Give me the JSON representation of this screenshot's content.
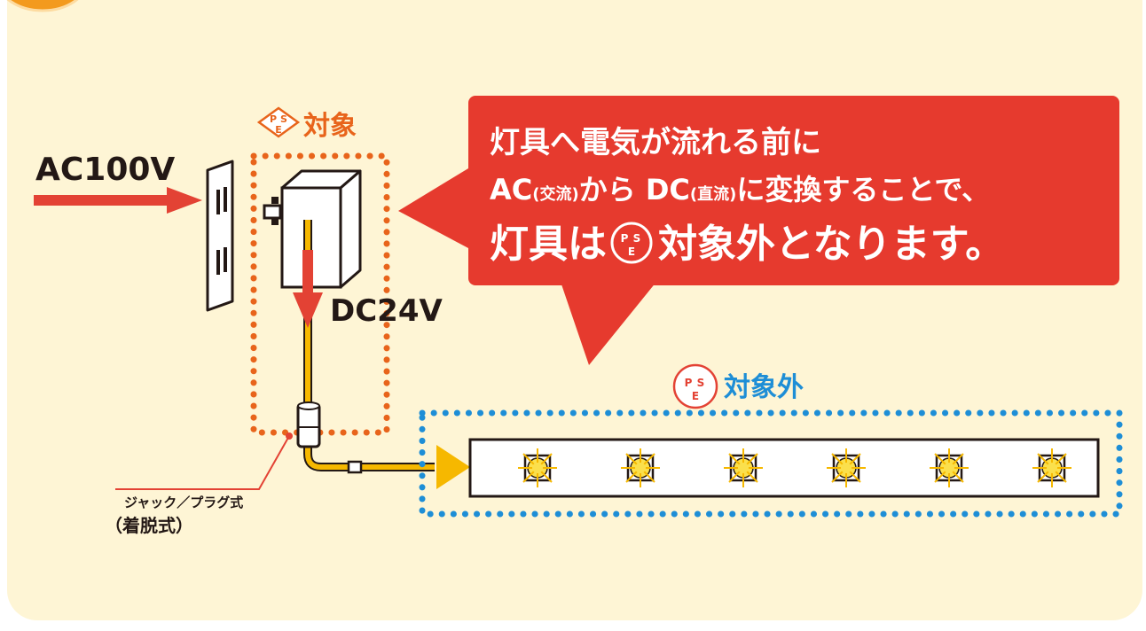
{
  "input_voltage": "AC100V",
  "output_voltage": "DC24V",
  "adapter_tag": {
    "mark": "PSE",
    "label": "対象"
  },
  "strip_tag": {
    "mark": "PSE",
    "label": "対象外"
  },
  "callout": {
    "line1": "灯具へ電気が流れる前に",
    "line2_a": "AC",
    "line2_b": "(交流)",
    "line2_c": "から DC",
    "line2_d": "(直流)",
    "line2_e": "に変換することで、",
    "line3_a": "灯具は",
    "line3_b": "対象外となります。"
  },
  "connector_note": {
    "line1": "ジャック／プラグ式",
    "line2": "（着脱式）"
  },
  "led_count": 6,
  "colors": {
    "panel_bg": "#FEF5D5",
    "callout": "#E63A2E",
    "arrow_red": "#E34234",
    "target_orange": "#E8641B",
    "non_target_blue": "#1E8ED6",
    "cable_yellow": "#F6B800",
    "led_yellow": "#FBE04C"
  }
}
